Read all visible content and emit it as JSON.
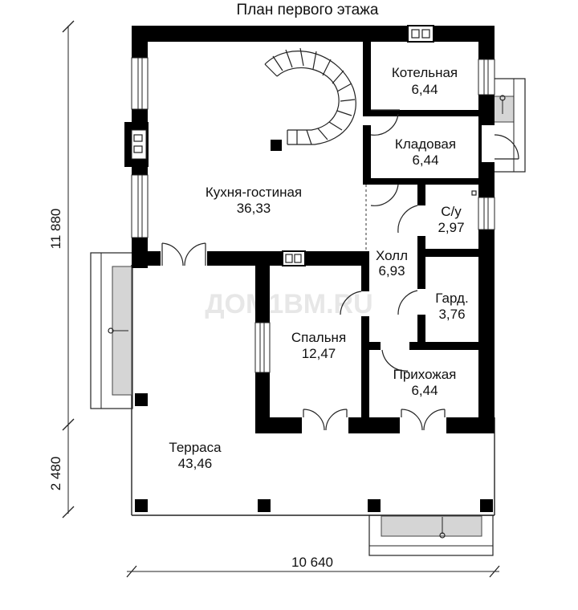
{
  "title": "План первого этажа",
  "watermark": "ДОМ1ВМ.RU",
  "dimensions": {
    "height_total": "11 880",
    "height_terrace": "2 480",
    "width_total": "10 640"
  },
  "rooms": {
    "kitchen": {
      "name": "Кухня-гостиная",
      "area": "36,33"
    },
    "boiler": {
      "name": "Котельная",
      "area": "6,44"
    },
    "pantry": {
      "name": "Кладовая",
      "area": "6,44"
    },
    "wc": {
      "name": "С/у",
      "area": "2,97"
    },
    "hall": {
      "name": "Холл",
      "area": "6,93"
    },
    "wardrobe": {
      "name": "Гард.",
      "area": "3,76"
    },
    "bedroom": {
      "name": "Спальня",
      "area": "12,47"
    },
    "entrance": {
      "name": "Прихожая",
      "area": "6,44"
    },
    "terrace": {
      "name": "Терраса",
      "area": "43,46"
    }
  }
}
